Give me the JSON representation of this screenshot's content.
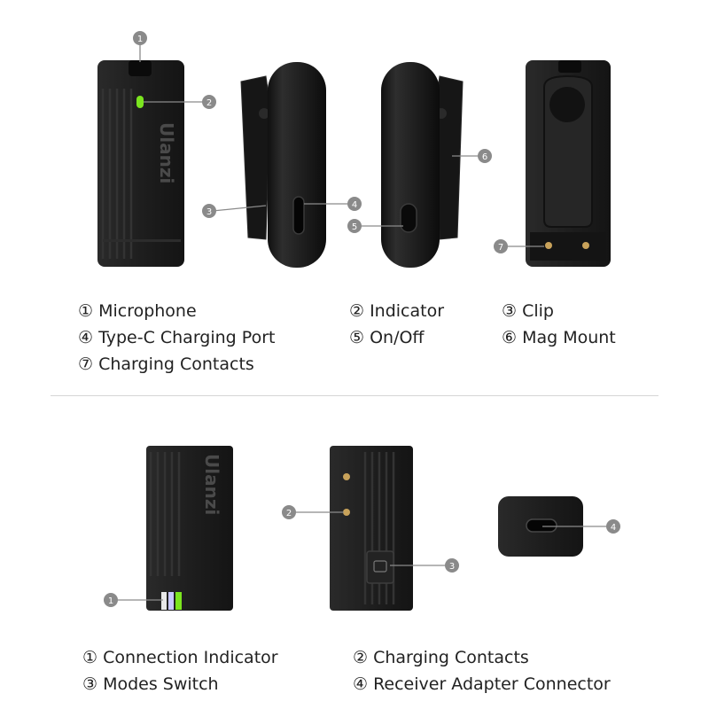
{
  "brand": {
    "logo_text": "Ulanzi"
  },
  "colors": {
    "device_body": "#1c1c1c",
    "device_dark": "#111111",
    "indicator_green": "#7be51f",
    "callout_badge": "#8a8a8a",
    "divider": "#d6d6d6",
    "contact_gold": "#c8a25a"
  },
  "transmitter": {
    "callouts": [
      "1",
      "2",
      "3",
      "4",
      "5",
      "6",
      "7"
    ],
    "legend": {
      "microphone": "① Microphone",
      "indicator": "② Indicator",
      "clip": "③ Clip",
      "typec_port": "④ Type-C Charging Port",
      "on_off": "⑤ On/Off",
      "mag_mount": "⑥ Mag Mount",
      "charging_contacts": "⑦ Charging Contacts"
    }
  },
  "receiver": {
    "callouts": [
      "1",
      "2",
      "3",
      "4"
    ],
    "legend": {
      "connection_indicator": "① Connection Indicator",
      "charging_contacts": "② Charging Contacts",
      "modes_switch": "③ Modes Switch",
      "adapter_connector": "④ Receiver Adapter Connector"
    }
  }
}
